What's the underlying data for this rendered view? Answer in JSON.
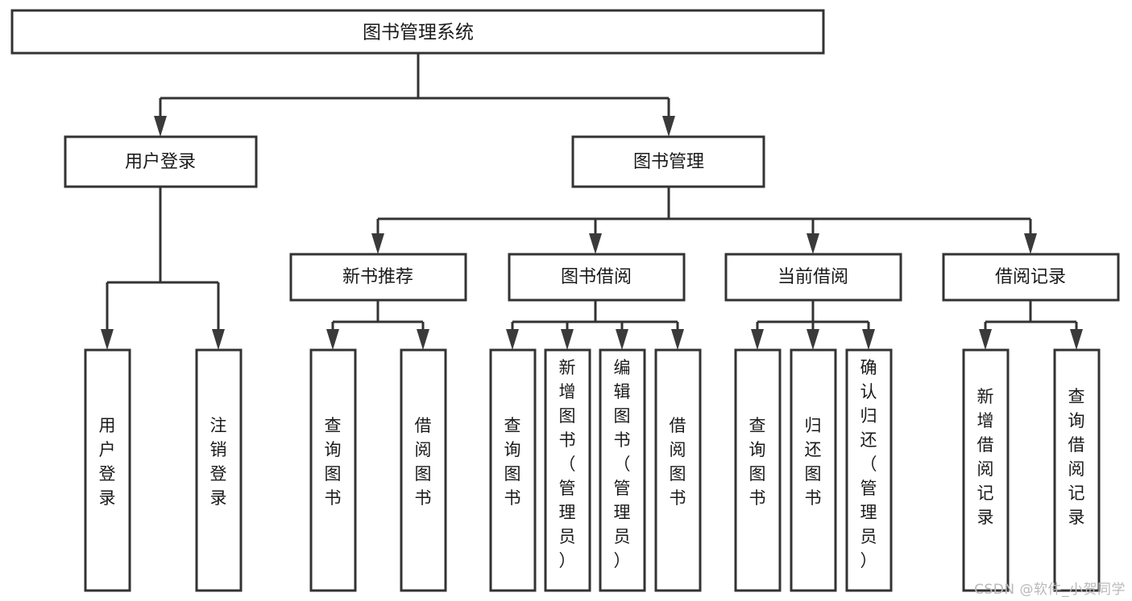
{
  "diagram": {
    "title": "图书管理系统",
    "type": "tree",
    "orientation": "top-down",
    "colors": {
      "background": "#ffffff",
      "box_fill": "#ffffff",
      "box_stroke": "#333333",
      "connector": "#333333",
      "arrow": "#3a3a3a",
      "text": "#1a1a1a",
      "watermark": "#b9b9b9"
    },
    "root": {
      "label": "图书管理系统"
    },
    "level2": [
      {
        "label": "用户登录"
      },
      {
        "label": "图书管理"
      }
    ],
    "level3": [
      {
        "label": "新书推荐"
      },
      {
        "label": "图书借阅"
      },
      {
        "label": "当前借阅"
      },
      {
        "label": "借阅记录"
      }
    ],
    "leaves": {
      "user_login": [
        {
          "label": "用户登录"
        },
        {
          "label": "注销登录"
        }
      ],
      "new_book_recommend": [
        {
          "label": "查询图书"
        },
        {
          "label": "借阅图书"
        }
      ],
      "book_borrow": [
        {
          "label": "查询图书"
        },
        {
          "label": "新增图书（管理员）"
        },
        {
          "label": "编辑图书（管理员）"
        },
        {
          "label": "借阅图书"
        }
      ],
      "current_borrow": [
        {
          "label": "查询图书"
        },
        {
          "label": "归还图书"
        },
        {
          "label": "确认归还（管理员）"
        }
      ],
      "borrow_record": [
        {
          "label": "新增借阅记录"
        },
        {
          "label": "查询借阅记录"
        }
      ]
    },
    "watermark": "CSDN @软件_小贺同学"
  },
  "chart_data": {
    "type": "tree",
    "title": "图书管理系统",
    "nodes": [
      {
        "id": "root",
        "label": "图书管理系统",
        "level": 0,
        "parent": null
      },
      {
        "id": "n-user-login",
        "label": "用户登录",
        "level": 1,
        "parent": "root"
      },
      {
        "id": "n-book-manage",
        "label": "图书管理",
        "level": 1,
        "parent": "root"
      },
      {
        "id": "n-new-book",
        "label": "新书推荐",
        "level": 2,
        "parent": "n-book-manage"
      },
      {
        "id": "n-book-borrow",
        "label": "图书借阅",
        "level": 2,
        "parent": "n-book-manage"
      },
      {
        "id": "n-current-borrow",
        "label": "当前借阅",
        "level": 2,
        "parent": "n-book-manage"
      },
      {
        "id": "n-borrow-record",
        "label": "借阅记录",
        "level": 2,
        "parent": "n-book-manage"
      },
      {
        "id": "l-user-login",
        "label": "用户登录",
        "level": 3,
        "parent": "n-user-login"
      },
      {
        "id": "l-logout",
        "label": "注销登录",
        "level": 3,
        "parent": "n-user-login"
      },
      {
        "id": "l-nb-query",
        "label": "查询图书",
        "level": 3,
        "parent": "n-new-book"
      },
      {
        "id": "l-nb-borrow",
        "label": "借阅图书",
        "level": 3,
        "parent": "n-new-book"
      },
      {
        "id": "l-bb-query",
        "label": "查询图书",
        "level": 3,
        "parent": "n-book-borrow"
      },
      {
        "id": "l-bb-add",
        "label": "新增图书（管理员）",
        "level": 3,
        "parent": "n-book-borrow"
      },
      {
        "id": "l-bb-edit",
        "label": "编辑图书（管理员）",
        "level": 3,
        "parent": "n-book-borrow"
      },
      {
        "id": "l-bb-borrow",
        "label": "借阅图书",
        "level": 3,
        "parent": "n-book-borrow"
      },
      {
        "id": "l-cb-query",
        "label": "查询图书",
        "level": 3,
        "parent": "n-current-borrow"
      },
      {
        "id": "l-cb-return",
        "label": "归还图书",
        "level": 3,
        "parent": "n-current-borrow"
      },
      {
        "id": "l-cb-confirm",
        "label": "确认归还（管理员）",
        "level": 3,
        "parent": "n-current-borrow"
      },
      {
        "id": "l-br-add",
        "label": "新增借阅记录",
        "level": 3,
        "parent": "n-borrow-record"
      },
      {
        "id": "l-br-query",
        "label": "查询借阅记录",
        "level": 3,
        "parent": "n-borrow-record"
      }
    ]
  }
}
